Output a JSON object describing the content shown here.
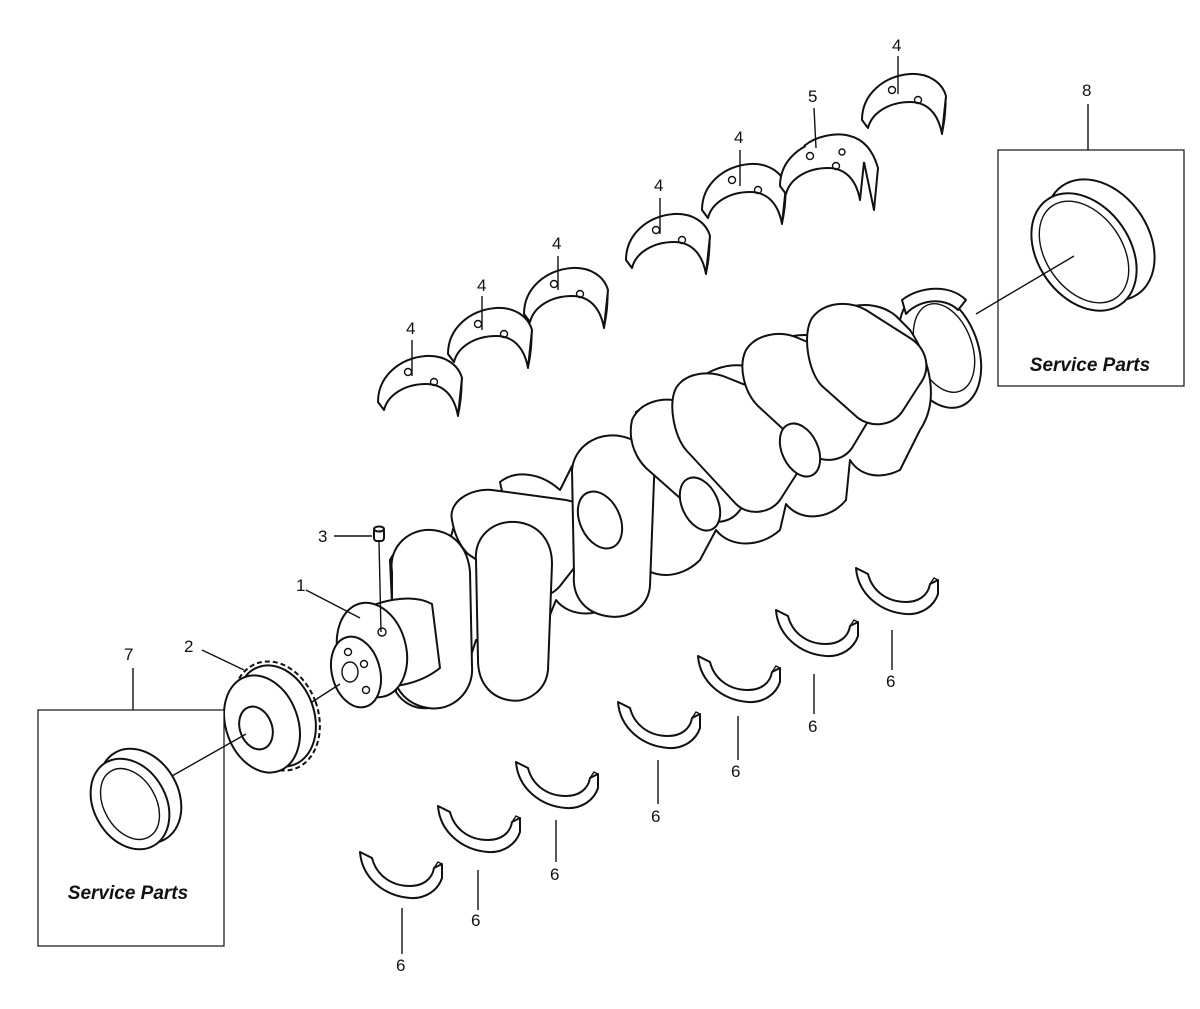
{
  "callouts": {
    "c1": "1",
    "c2": "2",
    "c3": "3",
    "c4": "4",
    "c5": "5",
    "c6": "6",
    "c7": "7",
    "c8": "8"
  },
  "service_box_7": {
    "label": "Service Parts"
  },
  "service_box_8": {
    "label": "Service Parts"
  }
}
